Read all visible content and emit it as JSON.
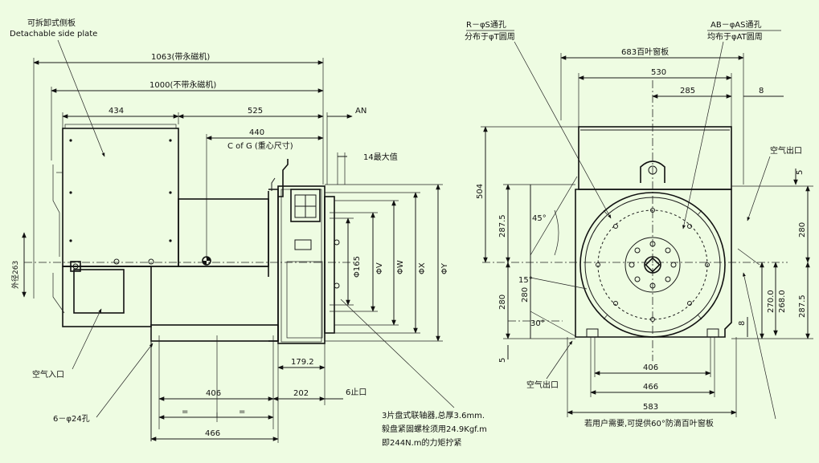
{
  "left_view": {
    "detachable_plate_cn": "可拆卸式侧板",
    "detachable_plate_en": "Detachable side plate",
    "dim_1063": "1063(带永磁机)",
    "dim_1000": "1000(不带永磁机)",
    "dim_434": "434",
    "dim_525": "525",
    "dim_440": "440",
    "cog_label": "C of G (重心尺寸)",
    "an_label": "AN",
    "max_14": "14最大值",
    "dia_263": "外径263",
    "phi_165": "Φ165",
    "phi_v": "ΦV",
    "phi_w": "ΦW",
    "phi_x": "ΦX",
    "phi_y": "ΦY",
    "air_inlet": "空气入口",
    "dim_179": "179.2",
    "dim_406": "406",
    "dim_202": "202",
    "stop_6": "6止口",
    "eq1": "=",
    "eq2": "=",
    "dim_466": "466",
    "holes": "6－φ24孔",
    "coupling_note_1": "3片盘式联轴器,总厚3.6mm.",
    "coupling_note_2": "毅盘紧固螺栓须用24.9Kgf.m",
    "coupling_note_3": "即244N.m的力矩拧紧"
  },
  "right_view": {
    "r_holes_1": "R－φS通孔",
    "r_holes_2": "分布于φT圆周",
    "ab_holes_1": "AB－φAS通孔",
    "ab_holes_2": "均布于φAT圆周",
    "dim_683": "683百叶窗板",
    "dim_530": "530",
    "dim_285": "285",
    "dim_8a": "8",
    "air_outlet_top": "空气出口",
    "dim_5a": "5",
    "dim_504": "504",
    "dim_2875a": "287.5",
    "angle_45": "45°",
    "dim_280a": "280",
    "angle_15": "15°",
    "dim_280b": "280",
    "angle_30": "30°",
    "dim_5b": "5",
    "dim_270": "270.0",
    "dim_268": "268.0",
    "dim_2875b": "287.5",
    "dim_8b": "8",
    "air_outlet_bottom": "空气出口",
    "dim_406": "406",
    "dim_466": "466",
    "dim_583": "583",
    "louver_note": "若用户需要,可提供60°防滴百叶窗板"
  }
}
